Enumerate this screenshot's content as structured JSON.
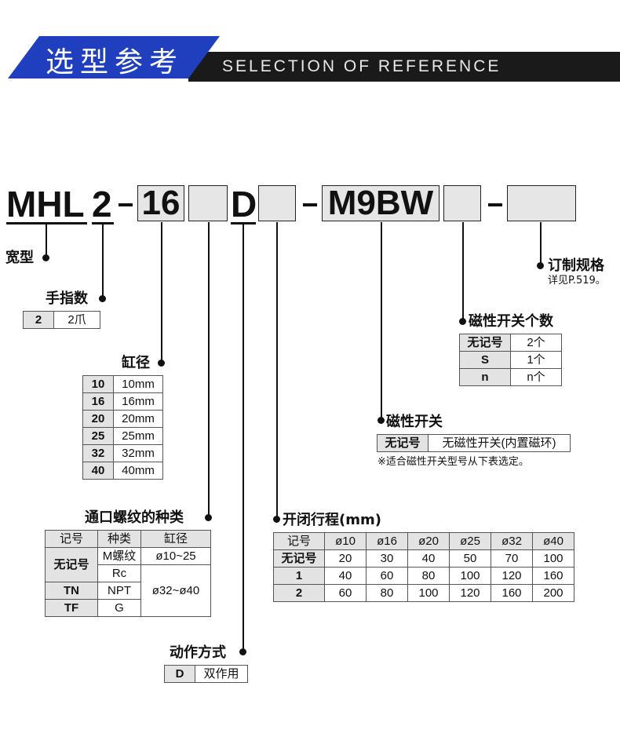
{
  "header": {
    "title": "选型参考",
    "subtitle": "SELECTION OF REFERENCE"
  },
  "code": {
    "prefix": "MHL",
    "digit": "2",
    "dash1": "-",
    "bore": "16",
    "box1": "",
    "action": "D",
    "box2": "",
    "dash2": "-",
    "switch": "M9BW",
    "box3": "",
    "dash3": "-",
    "box4": ""
  },
  "wide": {
    "label": "宽型"
  },
  "fingers": {
    "label": "手指数",
    "rows": [
      {
        "code": "2",
        "desc": "2爪"
      }
    ]
  },
  "bore": {
    "label": "缸径",
    "rows": [
      {
        "code": "10",
        "desc": "10mm"
      },
      {
        "code": "16",
        "desc": "16mm"
      },
      {
        "code": "20",
        "desc": "20mm"
      },
      {
        "code": "25",
        "desc": "25mm"
      },
      {
        "code": "32",
        "desc": "32mm"
      },
      {
        "code": "40",
        "desc": "40mm"
      }
    ]
  },
  "port": {
    "label": "通口螺纹的种类",
    "headers": [
      "记号",
      "种类",
      "缸径"
    ],
    "r1_code": "无记号",
    "r1_type": "M螺纹",
    "r1_bore": "ø10~25",
    "r2_type": "Rc",
    "r2_bore": "ø32~ø40",
    "r3_code": "TN",
    "r3_type": "NPT",
    "r4_code": "TF",
    "r4_type": "G"
  },
  "action": {
    "label": "动作方式",
    "rows": [
      {
        "code": "D",
        "desc": "双作用"
      }
    ]
  },
  "stroke": {
    "label": "开闭行程(mm)",
    "headers": [
      "记号",
      "ø10",
      "ø16",
      "ø20",
      "ø25",
      "ø32",
      "ø40"
    ],
    "rows": [
      [
        "无记号",
        "20",
        "30",
        "40",
        "50",
        "70",
        "100"
      ],
      [
        "1",
        "40",
        "60",
        "80",
        "100",
        "120",
        "160"
      ],
      [
        "2",
        "60",
        "80",
        "100",
        "120",
        "160",
        "200"
      ]
    ]
  },
  "switch": {
    "label": "磁性开关",
    "rows": [
      {
        "code": "无记号",
        "desc": "无磁性开关(内置磁环)"
      }
    ],
    "note": "※适合磁性开关型号从下表选定。"
  },
  "switch_count": {
    "label": "磁性开关个数",
    "rows": [
      {
        "code": "无记号",
        "desc": "2个"
      },
      {
        "code": "S",
        "desc": "1个"
      },
      {
        "code": "n",
        "desc": "n个"
      }
    ]
  },
  "order": {
    "label": "订制规格",
    "note": "详见P.519。"
  }
}
